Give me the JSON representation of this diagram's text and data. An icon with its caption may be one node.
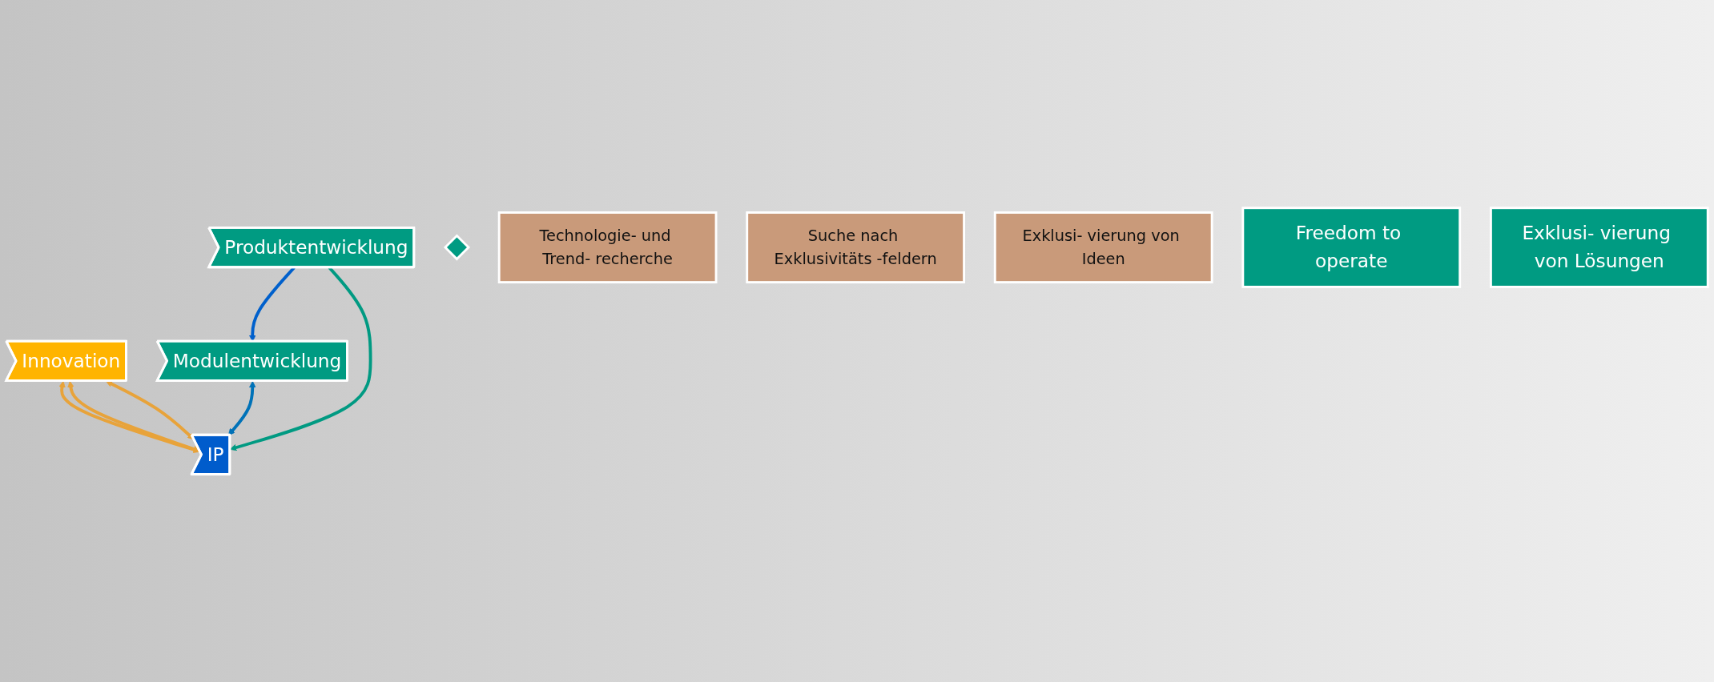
{
  "diagram": {
    "nodes": [
      {
        "text": [
          "Modulentwicklung"
        ]
      },
      {
        "text": [
          "Innovation"
        ]
      },
      {
        "text": [
          "Produktentwicklung"
        ]
      },
      {
        "text": [],
        "shape": "diamond"
      },
      {
        "text": [
          "IP"
        ]
      },
      {
        "text": [
          "Technologie- und Trend- recherche"
        ]
      },
      {
        "text": [
          "Suche nach Exklusivitäts -feldern"
        ]
      },
      {
        "text": [
          "Exklusi- vierung von Ideen"
        ]
      },
      {
        "text": [
          "Freedom to operate"
        ]
      },
      {
        "text": [
          "Exklusi- vierung von Lösungen"
        ]
      }
    ],
    "edges": [
      {
        "from": 1,
        "to": 4,
        "arrow": "both"
      },
      {
        "from": 1,
        "to": 4,
        "arrow": "both"
      },
      {
        "from": 1,
        "to": 4,
        "arrow": "both"
      },
      {
        "from": 0,
        "to": 4,
        "arrow": "both",
        "color": "#0072b8"
      },
      {
        "from": 2,
        "to": 0,
        "arrow": "to",
        "color": "#0060cc"
      },
      {
        "from": 2,
        "to": 4,
        "arrow": "to",
        "color": "#009a82"
      }
    ]
  }
}
